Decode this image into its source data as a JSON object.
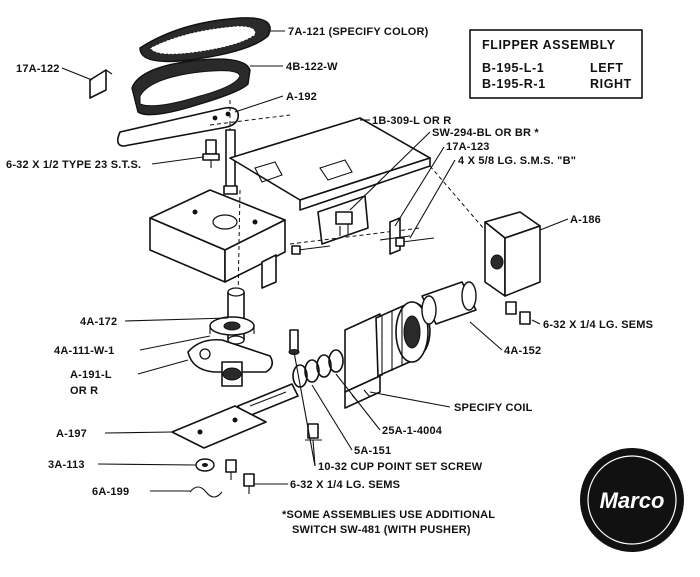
{
  "title_box": {
    "title": "FLIPPER ASSEMBLY",
    "left_part": "B-195-L-1",
    "left_label": "LEFT",
    "right_part": "B-195-R-1",
    "right_label": "RIGHT"
  },
  "labels": {
    "l_7a121": "7A-121 (SPECIFY COLOR)",
    "l_17a122": "17A-122",
    "l_4b122": "4B-122-W",
    "l_a192": "A-192",
    "l_1b309": "1B-309-L OR R",
    "l_sw294": "SW-294-BL OR BR *",
    "l_17a123": "17A-123",
    "l_4x58": "4 X 5/8 LG. S.M.S. \"B\"",
    "l_632t23": "6-32 X 1/2  TYPE 23  S.T.S.",
    "l_a186": "A-186",
    "l_632sems_r": "6-32 X 1/4 LG. SEMS",
    "l_4a172": "4A-172",
    "l_4a111": "4A-111-W-1",
    "l_4a152": "4A-152",
    "l_a191": "A-191-L",
    "l_a191b": "OR R",
    "l_coil": "SPECIFY COIL",
    "l_a197": "A-197",
    "l_25a1": "25A-1-4004",
    "l_5a151": "5A-151",
    "l_3a113": "3A-113",
    "l_1032": "10-32  CUP POINT SET SCREW",
    "l_6a199": "6A-199",
    "l_632sems_b": "6-32 X 1/4 LG. SEMS"
  },
  "footnote": {
    "line1": "*SOME ASSEMBLIES USE ADDITIONAL",
    "line2": "SWITCH SW-481 (WITH PUSHER)"
  },
  "logo": {
    "text": "Marco"
  },
  "colors": {
    "ink": "#111111",
    "paper": "#ffffff"
  }
}
